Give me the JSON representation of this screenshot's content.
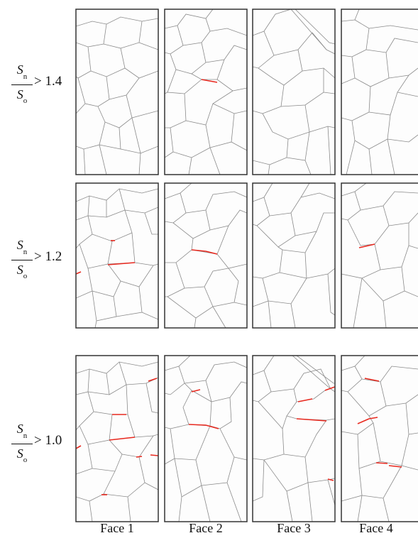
{
  "rows": [
    {
      "lhs_num_var": "S",
      "lhs_num_sub": "n",
      "lhs_den_var": "S",
      "lhs_den_sub": "o",
      "rhs": "> 1.4",
      "red_segments": 1
    },
    {
      "lhs_num_var": "S",
      "lhs_num_sub": "n",
      "lhs_den_var": "S",
      "lhs_den_sub": "o",
      "rhs": "> 1.2",
      "red_segments": 5
    },
    {
      "lhs_num_var": "S",
      "lhs_num_sub": "n",
      "lhs_den_var": "S",
      "lhs_den_sub": "o",
      "rhs": "> 1.0",
      "red_segments": 18
    }
  ],
  "columns": [
    "Face 1",
    "Face 2",
    "Face 3",
    "Face 4"
  ],
  "colors": {
    "grain_boundary": "#8a8a8a",
    "highlight": "#e8281e",
    "frame": "#333333",
    "panel_bg": "#fdfdfd"
  }
}
